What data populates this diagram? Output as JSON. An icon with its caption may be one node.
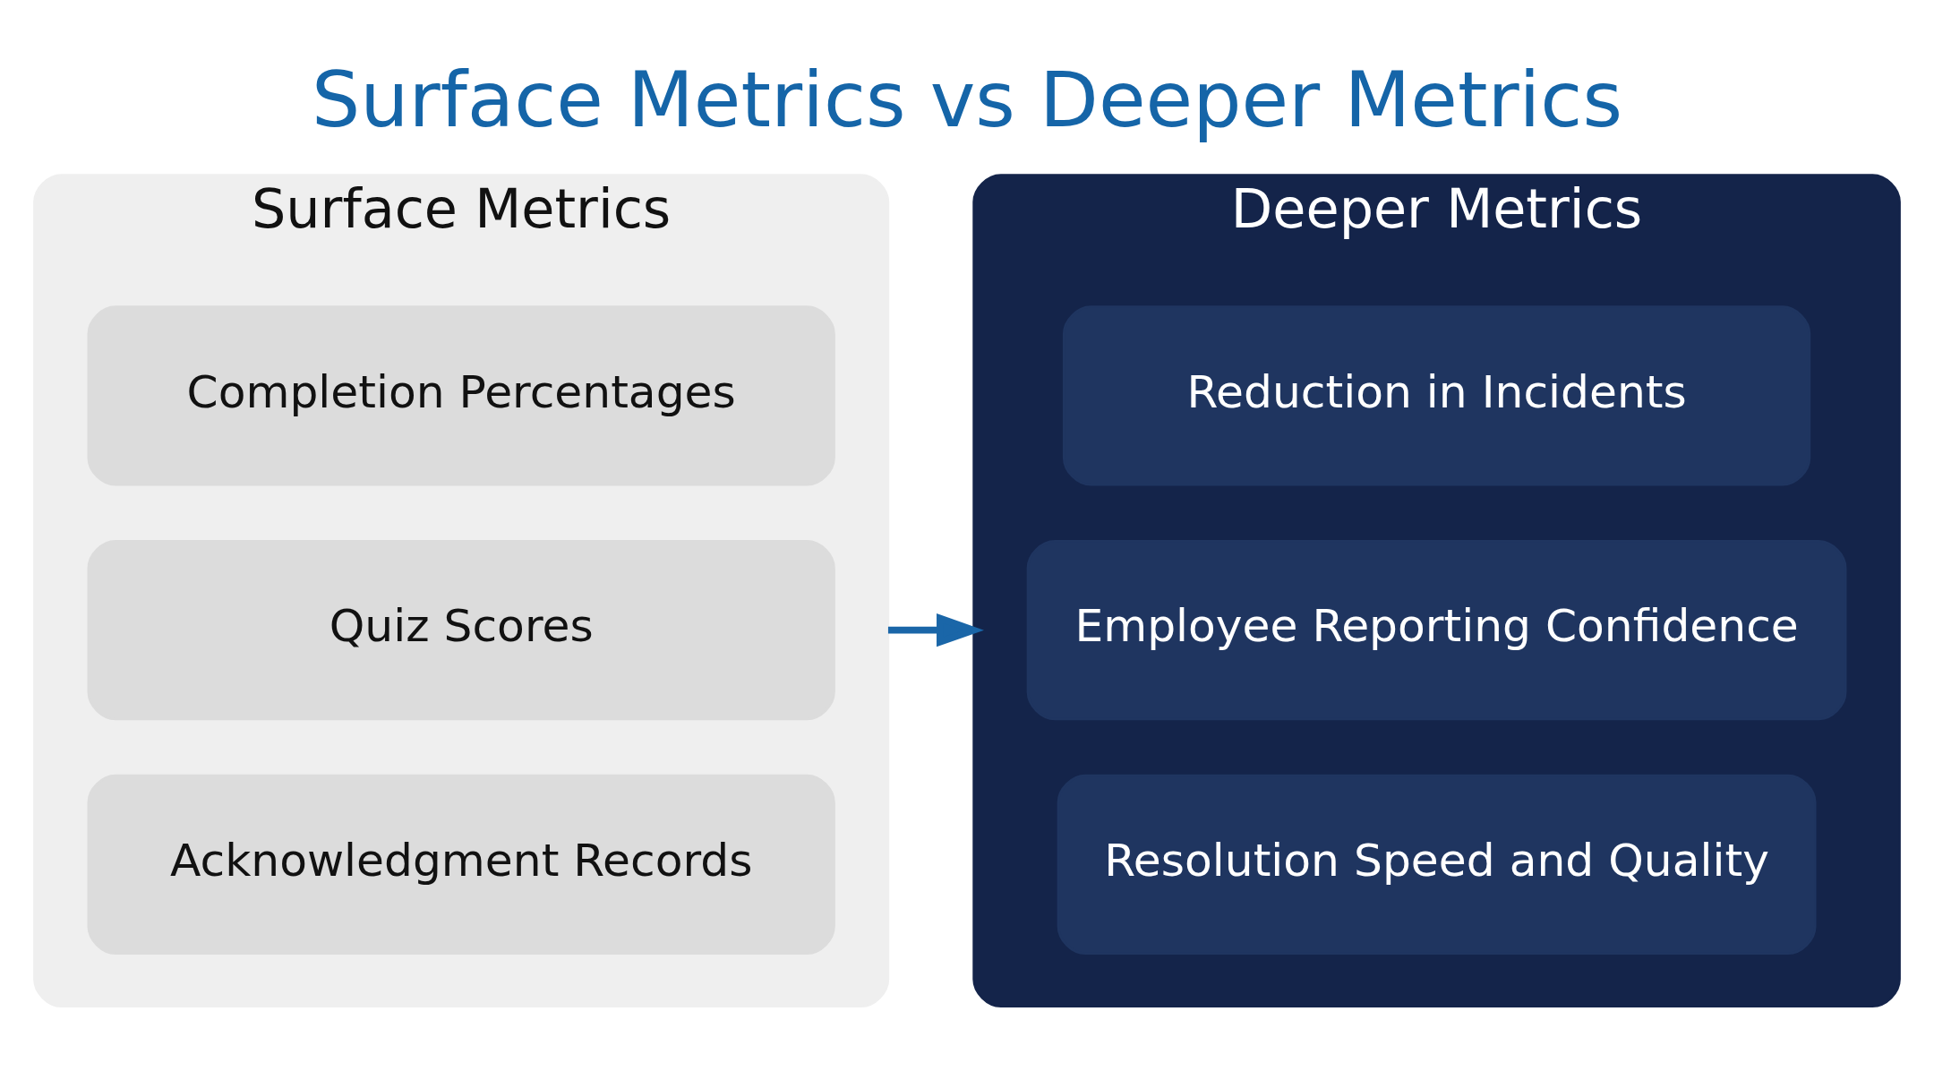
{
  "diagram": {
    "title": "Surface Metrics vs Deeper Metrics",
    "nodes": [
      {
        "text": [
          "Surface Metrics"
        ]
      },
      {
        "text": [
          "Completion Percentages"
        ],
        "in": 0
      },
      {
        "text": [
          "Quiz Scores"
        ],
        "in": 0
      },
      {
        "text": [
          "Acknowledgment Records"
        ],
        "in": 0
      },
      {
        "text": [
          "Deeper Metrics"
        ]
      },
      {
        "text": [
          "Reduction in Incidents"
        ],
        "in": 4
      },
      {
        "text": [
          "Employee Reporting Confidence"
        ],
        "in": 4
      },
      {
        "text": [
          "Resolution Speed and Quality"
        ],
        "in": 4
      }
    ],
    "edges": [
      {
        "from": 0,
        "to": 4,
        "arrow": "to"
      }
    ]
  }
}
